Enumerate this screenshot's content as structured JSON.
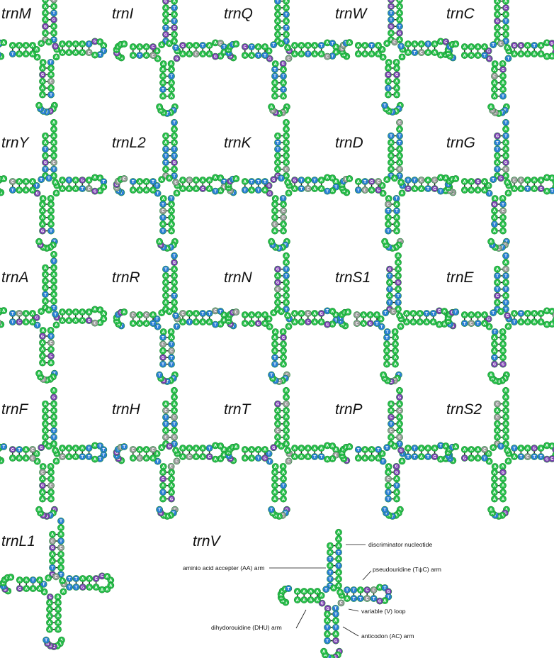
{
  "colors": {
    "A": "#27c04a",
    "T": "#2a7fd4",
    "G": "#7a3fb0",
    "C": "#9a9a9a",
    "stroke": "#1a8a33"
  },
  "structures": [
    {
      "name": "trnM"
    },
    {
      "name": "trnI"
    },
    {
      "name": "trnQ"
    },
    {
      "name": "trnW"
    },
    {
      "name": "trnC"
    },
    {
      "name": "trnY"
    },
    {
      "name": "trnL2"
    },
    {
      "name": "trnK"
    },
    {
      "name": "trnD"
    },
    {
      "name": "trnG"
    },
    {
      "name": "trnA"
    },
    {
      "name": "trnR"
    },
    {
      "name": "trnN"
    },
    {
      "name": "trnS1"
    },
    {
      "name": "trnE"
    },
    {
      "name": "trnF"
    },
    {
      "name": "trnH"
    },
    {
      "name": "trnT"
    },
    {
      "name": "trnP"
    },
    {
      "name": "trnS2"
    },
    {
      "name": "trnL1"
    },
    {
      "name": "trnV"
    }
  ],
  "annotations": {
    "discriminator": "discriminator nucleotide",
    "aa_arm": "aminio acid accepter (AA) arm",
    "tpsic_arm": "pseudouridine (TψC) arm",
    "variable_loop": "variable (V) loop",
    "dhu_arm": "dihydorouidine (DHU) arm",
    "ac_arm": "anticodon (AC) arm"
  }
}
